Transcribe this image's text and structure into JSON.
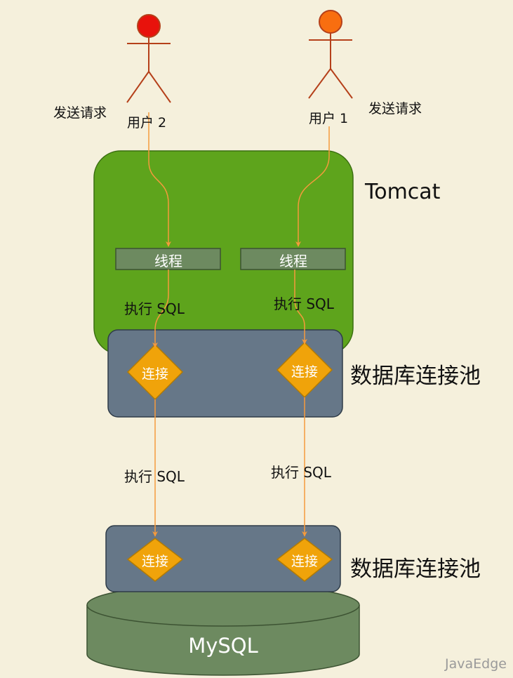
{
  "actors": [
    {
      "id": "user2",
      "label": "用户 2",
      "action": "发送请求",
      "head_color": "#e8120c"
    },
    {
      "id": "user1",
      "label": "用户 1",
      "action": "发送请求",
      "head_color": "#f86e10"
    }
  ],
  "tomcat": {
    "label": "Tomcat",
    "color": "#5ea41c"
  },
  "threads": [
    "线程",
    "线程"
  ],
  "execute_sql": [
    "执行 SQL",
    "执行 SQL",
    "执行 SQL",
    "执行 SQL"
  ],
  "pools": [
    {
      "label": "数据库连接池",
      "connections": [
        "连接",
        "连接"
      ]
    },
    {
      "label": "数据库连接池",
      "connections": [
        "连接",
        "连接"
      ]
    }
  ],
  "database": {
    "label": "MySQL",
    "color": "#6d8a60"
  },
  "watermark": "JavaEdge",
  "colors": {
    "arrow": "#f59a3c",
    "pool": "#667788",
    "thread": "#6d8a60",
    "connection": "#f0a30a",
    "actor_stroke": "#b5401a"
  }
}
